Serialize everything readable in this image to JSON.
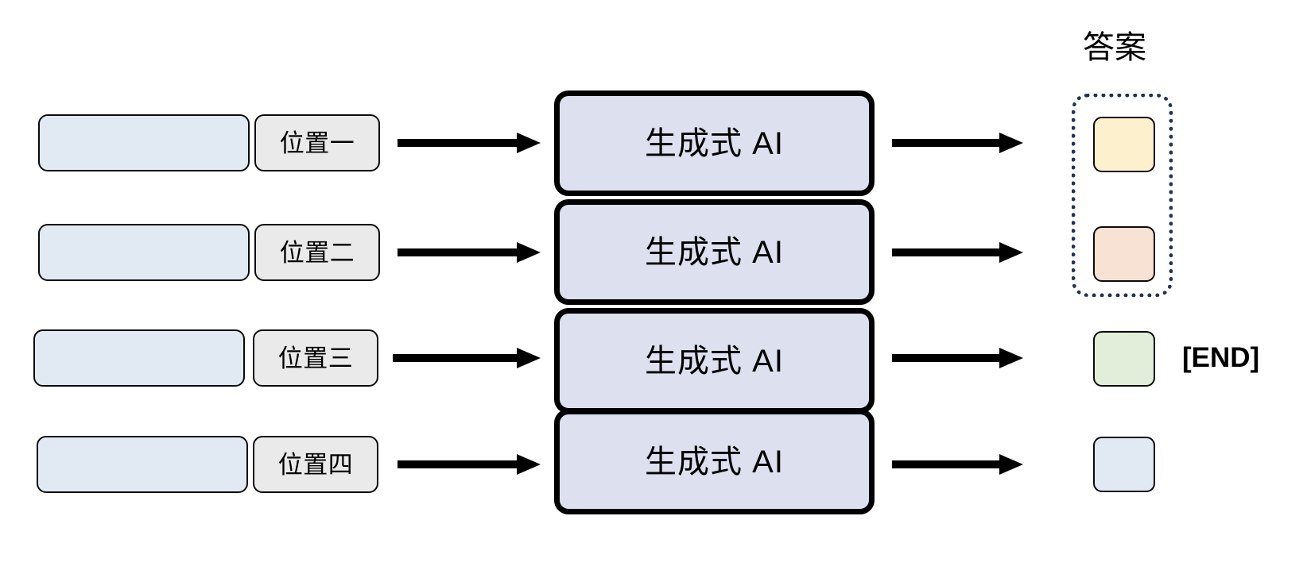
{
  "diagram": {
    "title_answer": "答案",
    "end_marker": "[END]",
    "rows": [
      {
        "position_label": "位置一",
        "model_label": "生成式 AI",
        "input_fill": "#e1e9f3",
        "output_fill": "#fdf0cd",
        "in_answer_group": true
      },
      {
        "position_label": "位置二",
        "model_label": "生成式 AI",
        "input_fill": "#e1e9f3",
        "output_fill": "#f8e2d3",
        "in_answer_group": true
      },
      {
        "position_label": "位置三",
        "model_label": "生成式 AI",
        "input_fill": "#e1e9f3",
        "output_fill": "#e2eed9",
        "in_answer_group": false
      },
      {
        "position_label": "位置四",
        "model_label": "生成式 AI",
        "input_fill": "#e1e9f3",
        "output_fill": "#e1e9f3",
        "in_answer_group": false
      }
    ],
    "colors": {
      "input_blue": "#e1e9f3",
      "chip_gray": "#eaeaea",
      "model_lavender": "#dce0ef",
      "answer_yellow": "#fdf0cd",
      "answer_peach": "#f8e2d3",
      "answer_green": "#e2eed9",
      "answer_blue": "#e1e9f3",
      "dashed_navy": "#1f3355",
      "stroke_black": "#000000",
      "background": "#ffffff"
    }
  }
}
